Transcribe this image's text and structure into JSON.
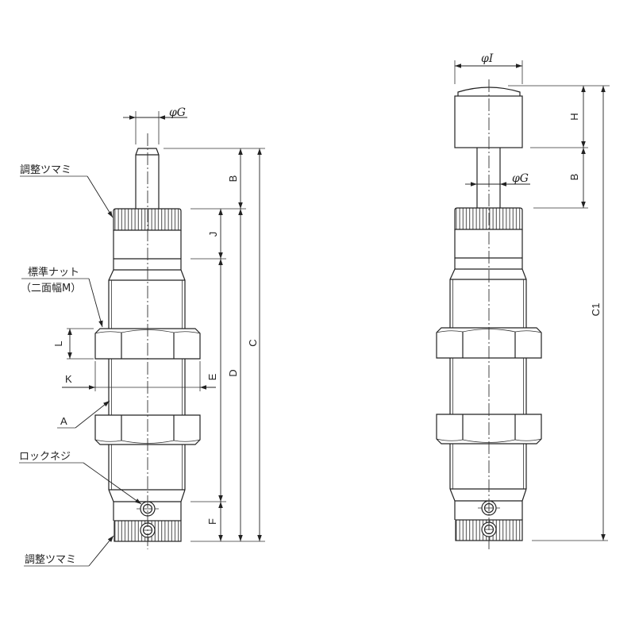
{
  "drawing": {
    "left_view": {
      "callouts": {
        "adjust_knob_top": "調整ツマミ",
        "standard_nut": "標準ナット",
        "standard_nut_note": "（二面幅M）",
        "part_a": "A",
        "lock_screw": "ロックネジ",
        "adjust_knob_bottom": "調整ツマミ"
      },
      "dimensions": {
        "phi_g": "φG",
        "b": "B",
        "j": "J",
        "c": "C",
        "d": "D",
        "e": "E",
        "f": "F",
        "l": "L",
        "k": "K"
      }
    },
    "right_view": {
      "dimensions": {
        "phi_i": "φI",
        "phi_g": "φG",
        "h": "H",
        "b": "B",
        "c1": "C1"
      }
    }
  },
  "colors": {
    "line": "#222222",
    "background": "#ffffff"
  }
}
